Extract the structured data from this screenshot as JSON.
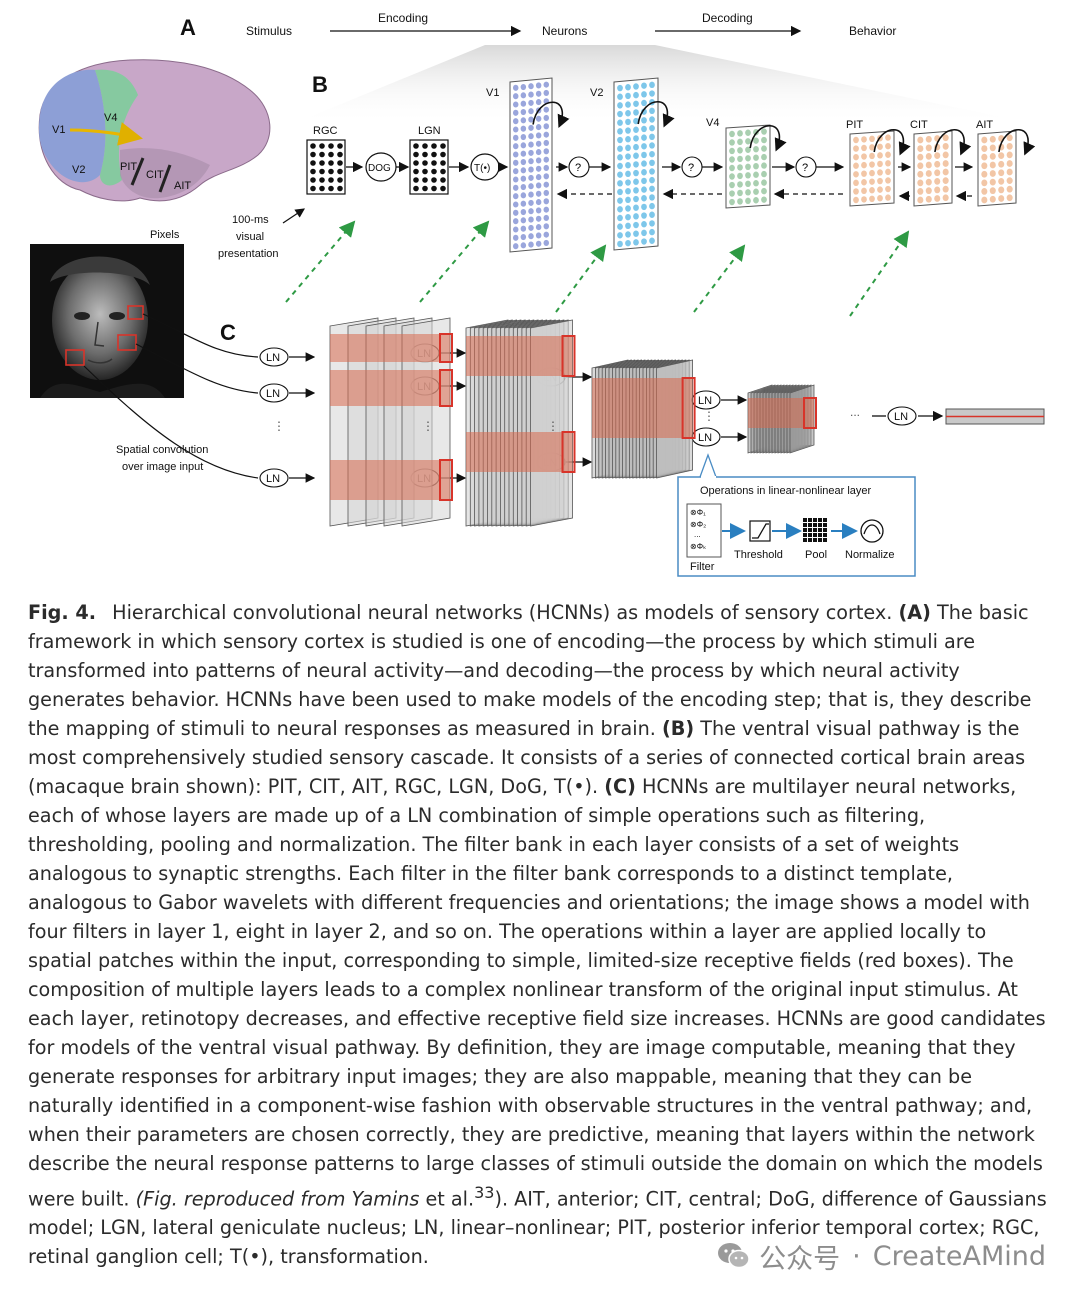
{
  "figure": {
    "panel_a": {
      "label": "A",
      "stages": [
        "Stimulus",
        "Neurons",
        "Behavior"
      ],
      "arrows": [
        "Encoding",
        "Decoding"
      ],
      "brain_areas": [
        "V1",
        "V2",
        "V4",
        "PIT",
        "CIT",
        "AIT"
      ],
      "pixels_label": "Pixels"
    },
    "panel_b": {
      "label": "B",
      "retina_labels": [
        "RGC",
        "LGN"
      ],
      "dog_label": "DOG",
      "transform_label": "T(•)",
      "unknown_mark": "?",
      "cortex_labels": [
        "V1",
        "V2",
        "V4",
        "PIT",
        "CIT",
        "AIT"
      ],
      "presentation": [
        "100-ms",
        "visual",
        "presentation"
      ]
    },
    "panel_c": {
      "label": "C",
      "ln_label": "LN",
      "ellipsis_dots": "⋮",
      "ellipsis_h": "...",
      "spatial_conv": [
        "Spatial convolution",
        "over image input"
      ],
      "ops_title": "Operations in linear-nonlinear layer",
      "ops": [
        "Filter",
        "Threshold",
        "Pool",
        "Normalize"
      ],
      "filter_terms": [
        "⊗Φ₁",
        "⊗Φ₂",
        "...",
        "⊗Φₖ"
      ]
    }
  },
  "caption": {
    "fig_label": "Fig. 4.",
    "intro": "Hierarchical convolutional neural networks (HCNNs) as models of sensory cortex.",
    "a_mark": "(A)",
    "a_text": "The basic framework in which sensory cortex is studied is one of encoding—the process by which stimuli are transformed into patterns of neural activity—and decoding—the process by which neural activity generates behavior. HCNNs have been used to make models of the encoding step; that is, they describe the mapping of stimuli to neural responses as measured in brain.",
    "b_mark": "(B)",
    "b_text": "The ventral visual pathway is the most comprehensively studied sensory cascade. It consists of a series of connected cortical brain areas (macaque brain shown): PIT, CIT, AIT, RGC, LGN, DoG, T(•).",
    "c_mark": "(C)",
    "c_text": "HCNNs are multilayer neural networks, each of whose layers are made up of a LN combination of simple operations such as filtering, thresholding, pooling and normalization. The filter bank in each layer consists of a set of weights analogous to synaptic strengths. Each filter in the filter bank corresponds to a distinct template, analogous to Gabor wavelets with different frequencies and orientations; the image shows a model with four filters in layer 1, eight in layer 2, and so on. The operations within a layer are applied locally to spatial patches within the input, corresponding to simple, limited-size receptive fields (red boxes). The composition of multiple layers leads to a complex nonlinear transform of the original input stimulus. At each layer, retinotopy decreases, and effective receptive field size increases. HCNNs are good candidates for models of the ventral visual pathway. By definition, they are image computable, meaning that they generate responses for arbitrary input images; they are also mappable, meaning that they can be naturally identified in a component-wise fashion with observable structures in the ventral pathway; and, when their parameters are chosen correctly, they are predictive, meaning that layers within the network describe the neural response patterns to large classes of stimuli outside the domain on which the models were built.",
    "repro_italic": "(Fig. reproduced from Yamins",
    "repro_rest": " et al.",
    "ref_num": "33",
    "abbrev": "). AIT, anterior; CIT, central; DoG, difference of Gaussians model; LGN, lateral geniculate nucleus; LN, linear–nonlinear; PIT, posterior inferior temporal cortex; RGC, retinal ganglion cell; T(•), transformation."
  },
  "watermark": {
    "brand": "公众号",
    "separator": "·",
    "name": "CreateAMind"
  },
  "colors": {
    "v1_blue": "#9aa6dc",
    "v2_cyan": "#7ec7ea",
    "v4_green": "#a9cfb0",
    "it_peach": "#f2c6a6",
    "red": "#d8342a",
    "arrow_green": "#2e9a44",
    "ops_border": "#4a8cc4"
  }
}
